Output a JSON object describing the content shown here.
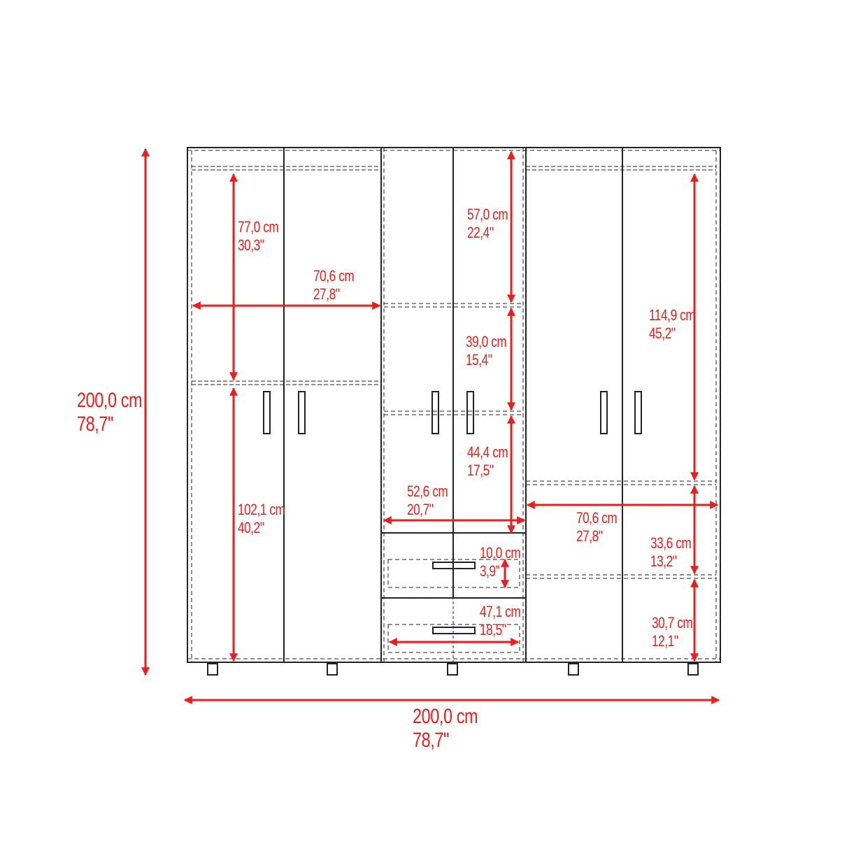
{
  "diagram": {
    "title": "Wardrobe dimensions",
    "accent_color": "#ee1c1c",
    "line_color": "#222222",
    "overall": {
      "height": {
        "cm": "200,0 cm",
        "in": "78,7\""
      },
      "width": {
        "cm": "200,0 cm",
        "in": "78,7\""
      }
    },
    "left_section": {
      "upper_compartment_height": {
        "cm": "77,0 cm",
        "in": "30,3\""
      },
      "inner_width": {
        "cm": "70,6 cm",
        "in": "27,8\""
      },
      "lower_compartment_height": {
        "cm": "102,1 cm",
        "in": "40,2\""
      }
    },
    "center_section": {
      "top_shelf_height": {
        "cm": "57,0 cm",
        "in": "22,4\""
      },
      "middle_shelf_height": {
        "cm": "39,0 cm",
        "in": "15,4\""
      },
      "lower_shelf_height": {
        "cm": "44,4 cm",
        "in": "17,5\""
      },
      "inner_width": {
        "cm": "52,6 cm",
        "in": "20,7\""
      },
      "drawer_height": {
        "cm": "10,0 cm",
        "in": "3,9\""
      },
      "drawer_width": {
        "cm": "47,1 cm",
        "in": "18,5\""
      }
    },
    "right_section": {
      "upper_compartment_height": {
        "cm": "114,9 cm",
        "in": "45,2\""
      },
      "inner_width": {
        "cm": "70,6 cm",
        "in": "27,8\""
      },
      "middle_shelf_height": {
        "cm": "33,6 cm",
        "in": "13,2\""
      },
      "bottom_shelf_height": {
        "cm": "30,7 cm",
        "in": "12,1\""
      }
    }
  }
}
